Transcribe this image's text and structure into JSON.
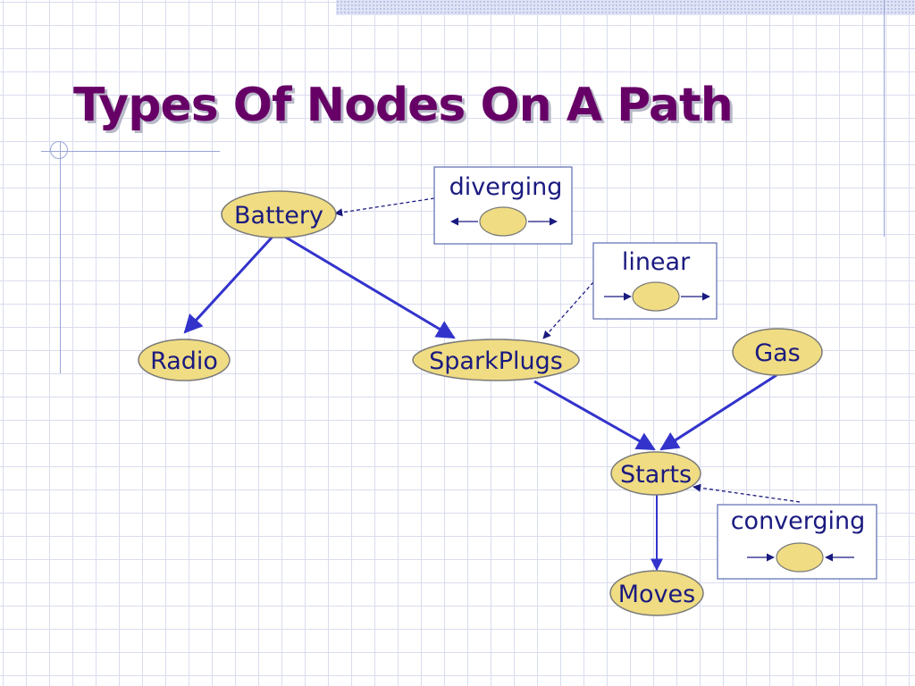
{
  "slide": {
    "title": "Types Of Nodes On A Path"
  },
  "nodes": {
    "battery": "Battery",
    "radio": "Radio",
    "sparkplugs": "SparkPlugs",
    "gas": "Gas",
    "starts": "Starts",
    "moves": "Moves"
  },
  "legend": {
    "diverging": "diverging",
    "linear": "linear",
    "converging": "converging"
  },
  "colors": {
    "title": "#660066",
    "node_fill": "#f0dc82",
    "node_stroke": "#7a7a7a",
    "edge": "#3333cc",
    "text": "#1a1a80"
  }
}
